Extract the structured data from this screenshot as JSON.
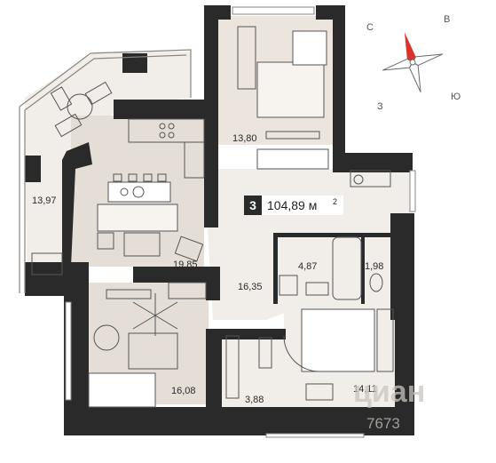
{
  "apartment": {
    "rooms_count": "3",
    "total_area": "104,89 м",
    "area_unit_sup": "2"
  },
  "rooms": [
    {
      "id": "bedroom-top",
      "area": "13,80"
    },
    {
      "id": "living-left",
      "area": "13,97"
    },
    {
      "id": "kitchen-living",
      "area": "19,85"
    },
    {
      "id": "hall",
      "area": "16,35"
    },
    {
      "id": "bathroom",
      "area": "4,87"
    },
    {
      "id": "wc",
      "area": "1,98"
    },
    {
      "id": "bedroom-left",
      "area": "16,08"
    },
    {
      "id": "wardrobe",
      "area": "3,88"
    },
    {
      "id": "bedroom-right",
      "area": "14,11"
    }
  ],
  "compass": {
    "north": "С",
    "east": "В",
    "south": "Ю",
    "west": "З",
    "colors": {
      "north_arrow": "#d9342b",
      "rose": "#6b6b6b"
    }
  },
  "watermark": {
    "brand": "циан",
    "number": "7673"
  },
  "colors": {
    "wall": "#2a2a2a",
    "floor_light": "#f1ede8",
    "floor_dark": "#e4ded7",
    "badge": "#2a2a2a"
  }
}
